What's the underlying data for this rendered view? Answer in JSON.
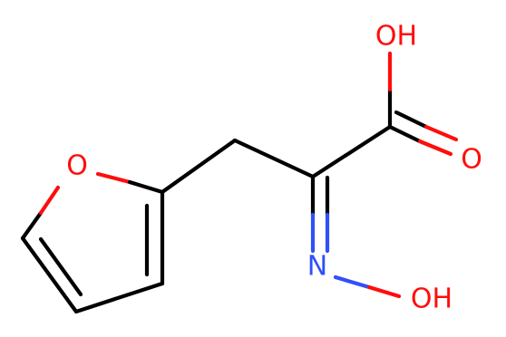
{
  "colors": {
    "background": "#ffffff",
    "bond": "#000000",
    "oxygen": "#ff0d0d",
    "nitrogen": "#3050f8"
  },
  "atoms": {
    "ring_o": "O",
    "acid_oh": "OH",
    "carbonyl_o": "O",
    "oxime_n": "N",
    "oxime_oh": "OH"
  }
}
